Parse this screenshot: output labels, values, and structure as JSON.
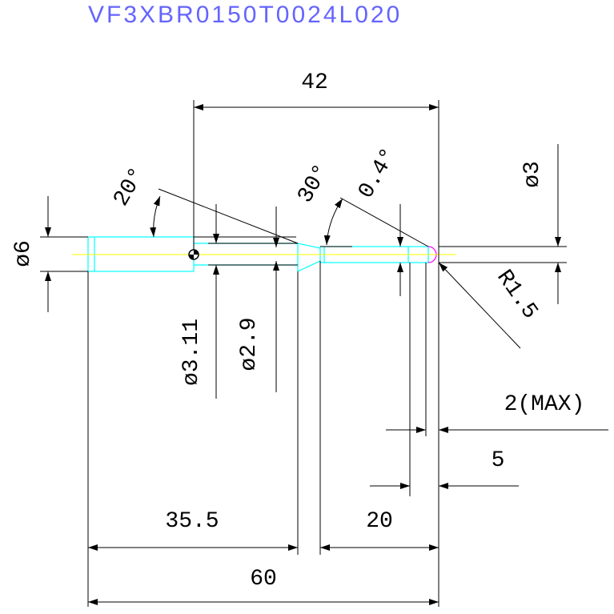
{
  "title": "VF3XBR0150T0024L020",
  "colors": {
    "title": "#6464ff",
    "dimension_line": "#000000",
    "part_outline": "#00ffff",
    "center_line": "#ffff00",
    "point_marker": "#ff0000"
  },
  "dimensions": {
    "length_42": "42",
    "length_60": "60",
    "length_35_5": "35.5",
    "length_20": "20",
    "length_5": "5",
    "length_2max": "2(MAX)",
    "dia_6": "ø6",
    "dia_3": "ø3",
    "dia_3_11": "ø3.11",
    "dia_2_9": "ø2.9",
    "angle_20": "20°",
    "angle_30": "30°",
    "angle_0_4": "0.4°",
    "radius_1_5": "R1.5"
  }
}
